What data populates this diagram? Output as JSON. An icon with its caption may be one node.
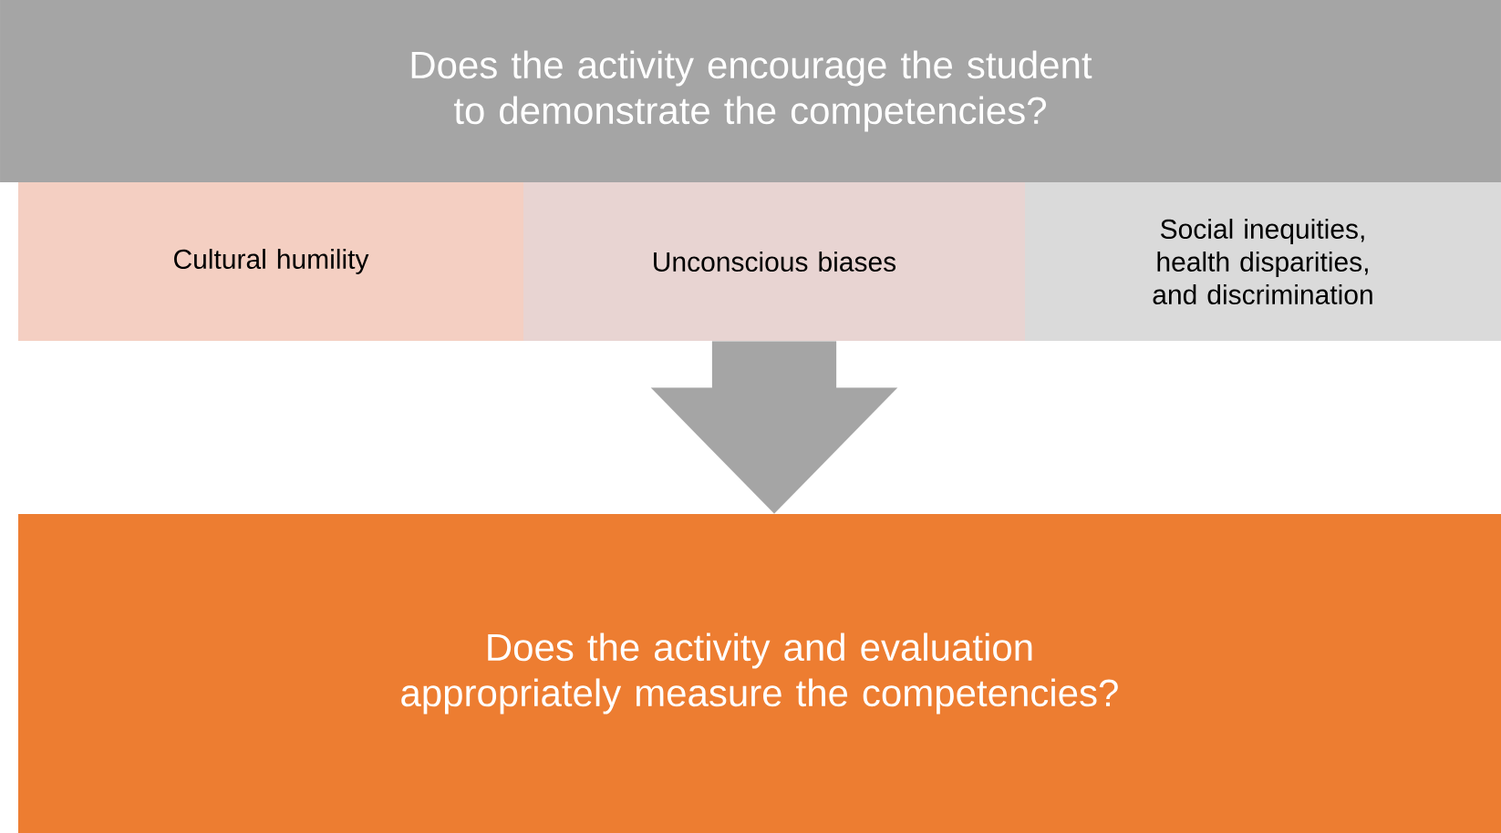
{
  "diagram": {
    "nodes": [
      {
        "text": [
          "Does the activity encourage the student to demonstrate the competencies?"
        ]
      },
      {
        "text": [
          "Cultural humility"
        ]
      },
      {
        "text": [
          "Unconscious biases"
        ]
      },
      {
        "text": [
          "Social inequities, health disparities, and discrimination"
        ]
      },
      {
        "text": [
          "Does the activity and evaluation appropriately measure the competencies?"
        ]
      }
    ],
    "edges": [
      {
        "from": 2,
        "to": 4,
        "arrow": "to"
      }
    ]
  }
}
